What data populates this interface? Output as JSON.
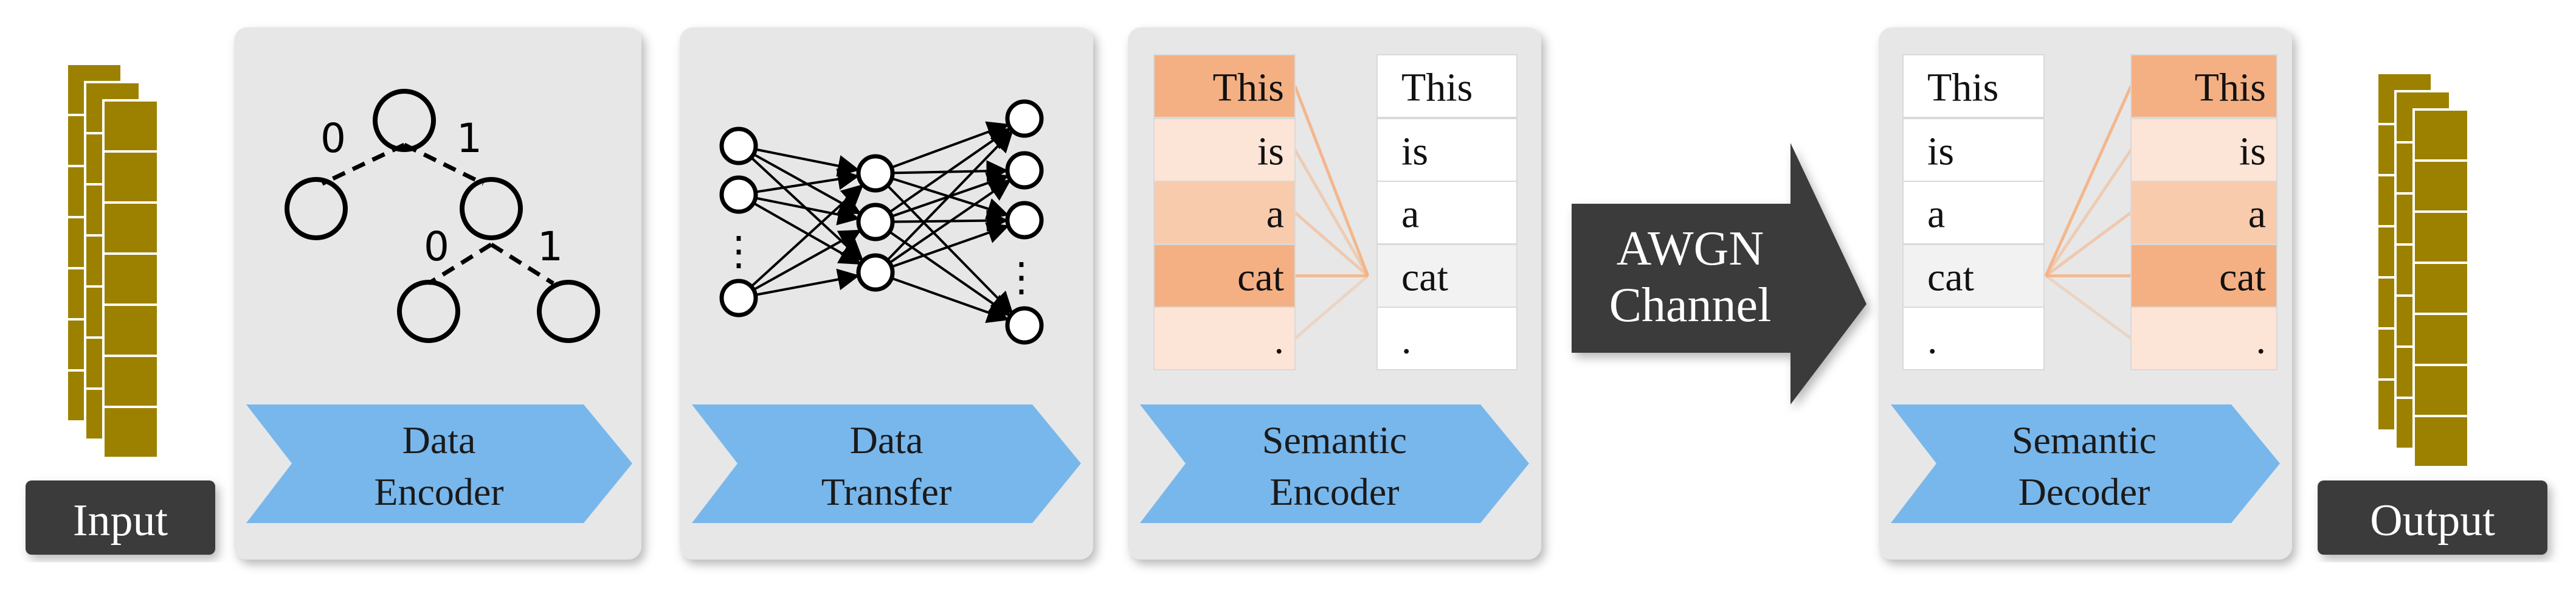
{
  "colors": {
    "panel": "#e7e7e7",
    "chevron": "#78b7ec",
    "dark": "#3b3b3b",
    "stack": "#9c8100",
    "highlight_strong": "#f4b083",
    "highlight_mid": "#f8cbad",
    "highlight_light": "#fce4d6",
    "tint_row": "#f2f2f2",
    "attention_line": "#f4b183"
  },
  "input_label": "Input",
  "output_label": "Output",
  "channel": {
    "line1": "AWGN",
    "line2": "Channel"
  },
  "blocks": {
    "data_encoder": {
      "line1": "Data",
      "line2": "Encoder"
    },
    "data_transfer": {
      "line1": "Data",
      "line2": "Transfer"
    },
    "semantic_encoder": {
      "line1": "Semantic",
      "line2": "Encoder"
    },
    "semantic_decoder": {
      "line1": "Semantic",
      "line2": "Decoder"
    }
  },
  "tree": {
    "bit0_top": "0",
    "bit1_top": "1",
    "bit0_sub": "0",
    "bit1_sub": "1"
  },
  "network": {
    "ellipsis_left": "⋮",
    "ellipsis_right": "⋮"
  },
  "words": [
    "This",
    "is",
    "a",
    "cat",
    "."
  ]
}
